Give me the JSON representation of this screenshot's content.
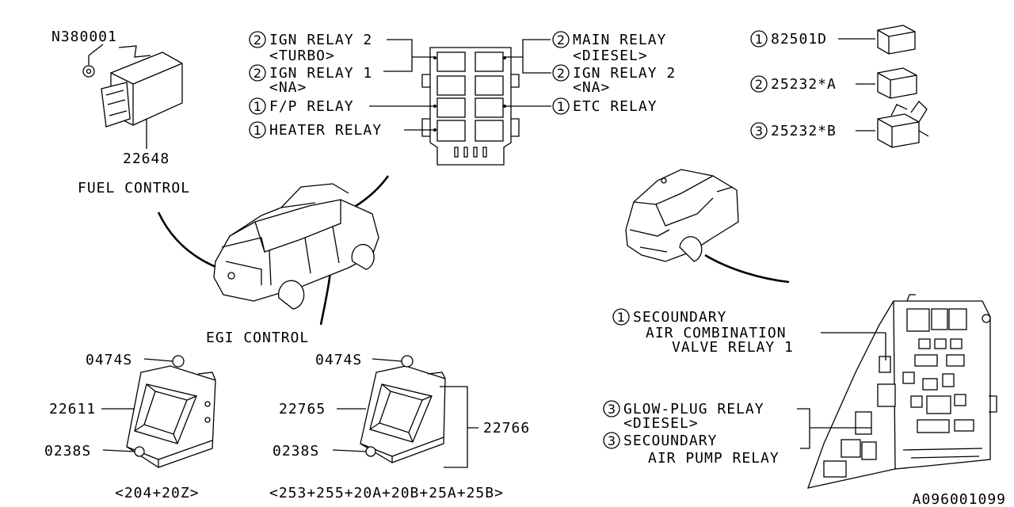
{
  "relay_box": {
    "callouts": [
      {
        "num": "2",
        "text": "IGN RELAY 2",
        "sub": "<TURBO>"
      },
      {
        "num": "2",
        "text": "IGN RELAY 1",
        "sub": "<NA>"
      },
      {
        "num": "1",
        "text": "F/P RELAY"
      },
      {
        "num": "1",
        "text": "HEATER RELAY"
      },
      {
        "num": "2",
        "text": "MAIN RELAY",
        "sub": "<DIESEL>"
      },
      {
        "num": "2",
        "text": "IGN RELAY 2",
        "sub": "<NA>"
      },
      {
        "num": "1",
        "text": "ETC RELAY"
      }
    ]
  },
  "relay_legend": [
    {
      "num": "1",
      "code": "82501D"
    },
    {
      "num": "2",
      "code": "25232*A"
    },
    {
      "num": "3",
      "code": "25232*B"
    }
  ],
  "fuel_control": {
    "bolt_part": "N380001",
    "unit_part": "22648",
    "caption": "FUEL CONTROL"
  },
  "egi_control": {
    "caption": "EGI CONTROL"
  },
  "ecm_left": {
    "bolt_top": "0474S",
    "ecm": "22611",
    "bolt_bottom": "0238S",
    "caption": "<204+20Z>"
  },
  "ecm_right": {
    "bolt_top": "0474S",
    "ecm": "22765",
    "ecm2": "22766",
    "bolt_bottom": "0238S",
    "caption": "<253+255+20A+20B+25A+25B>"
  },
  "engine_bay_box": {
    "callouts": [
      {
        "num": "1",
        "lines": [
          "SECOUNDARY",
          "AIR COMBINATION",
          "VALVE RELAY 1"
        ]
      },
      {
        "num": "3",
        "lines": [
          "GLOW-PLUG RELAY",
          "<DIESEL>"
        ]
      },
      {
        "num": "3",
        "lines": [
          "SECOUNDARY",
          "AIR PUMP RELAY"
        ]
      }
    ]
  },
  "diagram_code": "A096001099"
}
